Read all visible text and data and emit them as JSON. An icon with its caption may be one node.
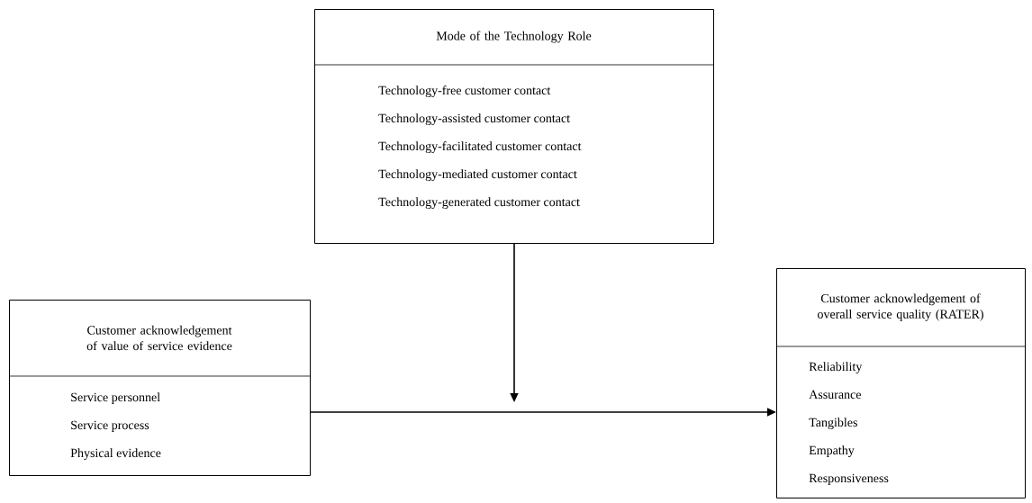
{
  "diagram": {
    "nodes": [
      {
        "text": [
          "Mode of the Technology Role",
          "Technology-free customer contact",
          "Technology-assisted customer contact",
          "Technology-facilitated customer contact",
          "Technology-mediated customer contact",
          "Technology-generated customer contact"
        ]
      },
      {
        "text": [
          "Customer acknowledgement of value of service evidence",
          "Service personnel",
          "Service process",
          "Physical evidence"
        ]
      },
      {
        "text": [
          "Customer acknowledgement of overall service quality (RATER)",
          "Reliability",
          "Assurance",
          "Tangibles",
          "Empathy",
          "Responsiveness"
        ]
      }
    ],
    "edges": [
      {
        "from": 0,
        "to": null,
        "arrow": "to"
      },
      {
        "from": 1,
        "to": 2,
        "arrow": "to"
      }
    ]
  }
}
